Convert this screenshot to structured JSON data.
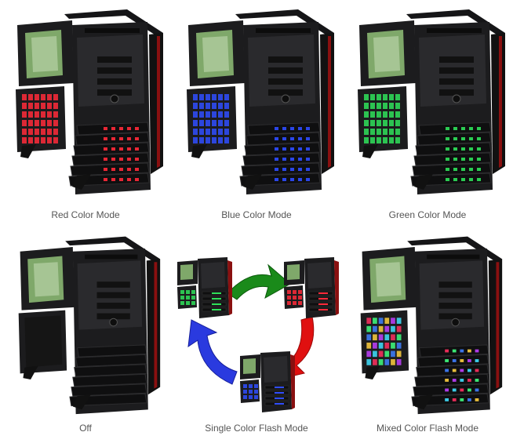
{
  "modes": [
    {
      "caption": "Red Color Mode",
      "led_color": "#ff2a3a",
      "icon": "case-red-led-icon"
    },
    {
      "caption": "Blue Color Mode",
      "led_color": "#2f4dff",
      "icon": "case-blue-led-icon"
    },
    {
      "caption": "Green Color Mode",
      "led_color": "#2fe05a",
      "icon": "case-green-led-icon"
    },
    {
      "caption": "Off",
      "led_color": "#1a1a1a",
      "icon": "case-off-icon"
    },
    {
      "caption": "Single Color Flash Mode",
      "led_color": "",
      "icon": "flash-cycle-icon"
    },
    {
      "caption": "Mixed Color Flash Mode",
      "led_color": "mixed",
      "icon": "case-mixed-led-icon"
    }
  ],
  "cycle": {
    "arrow_colors": [
      "#1a8a1a",
      "#e01010",
      "#2a3adf"
    ],
    "mini_case_colors": [
      "#2fe05a",
      "#ff2a3a",
      "#2f4dff"
    ]
  },
  "colors": {
    "case_body": "#1c1c1e",
    "case_panel": "#2a2a2d",
    "accent_red": "#8a1010",
    "window_green": "#7fa86a"
  }
}
